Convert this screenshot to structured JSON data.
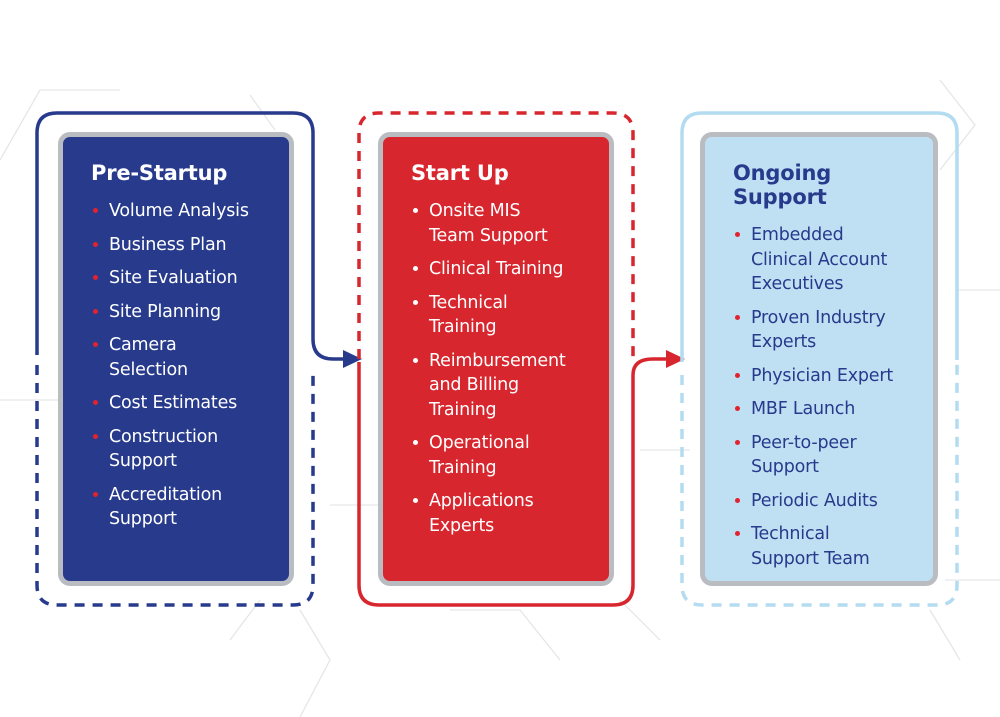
{
  "colors": {
    "navy": "#273a8c",
    "red": "#d7262e",
    "light_blue": "#bfe0f3",
    "outline_light_blue": "#b3dcf0",
    "bullet_red": "#e0232e",
    "card_border": "#b9bcc0"
  },
  "stages": [
    {
      "title": "Pre-Startup",
      "items": [
        [
          "Volume Analysis"
        ],
        [
          "Business Plan"
        ],
        [
          "Site Evaluation"
        ],
        [
          "Site Planning"
        ],
        [
          "Camera",
          "Selection"
        ],
        [
          "Cost Estimates"
        ],
        [
          "Construction",
          "Support"
        ],
        [
          "Accreditation",
          "Support"
        ]
      ]
    },
    {
      "title": "Start Up",
      "items": [
        [
          "Onsite MIS",
          "Team Support"
        ],
        [
          "Clinical Training"
        ],
        [
          "Technical",
          "Training"
        ],
        [
          "Reimbursement",
          "and Billing",
          "Training"
        ],
        [
          "Operational",
          "Training"
        ],
        [
          "Applications",
          "Experts"
        ]
      ]
    },
    {
      "title": "Ongoing Support",
      "items": [
        [
          "Embedded",
          "Clinical Account",
          "Executives"
        ],
        [
          "Proven Industry",
          "Experts"
        ],
        [
          "Physician Expert"
        ],
        [
          "MBF Launch"
        ],
        [
          "Peer-to-peer",
          "Support"
        ],
        [
          "Periodic Audits"
        ],
        [
          "Technical",
          "Support Team"
        ]
      ]
    }
  ]
}
